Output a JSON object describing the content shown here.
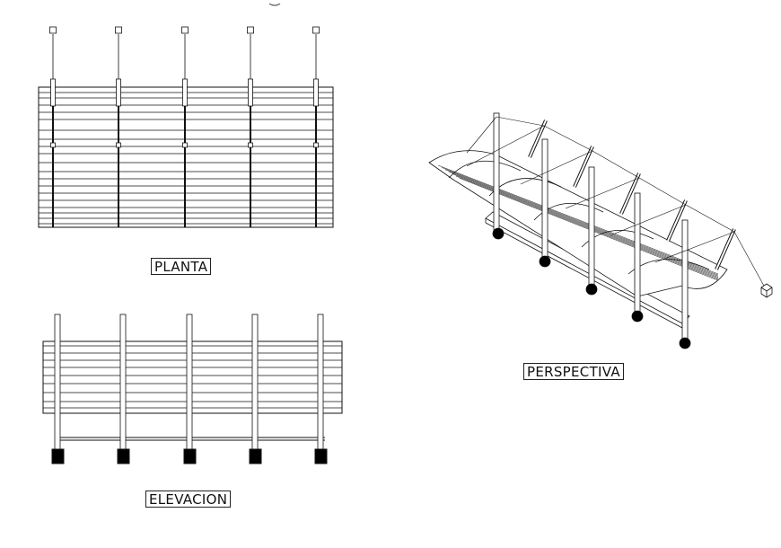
{
  "labels": {
    "plan": "PLANTA",
    "elevation": "ELEVACION",
    "perspective": "PERSPECTIVA"
  },
  "drawing": {
    "line_color": "#111111",
    "fill_color": "#000000",
    "background": "#ffffff"
  }
}
